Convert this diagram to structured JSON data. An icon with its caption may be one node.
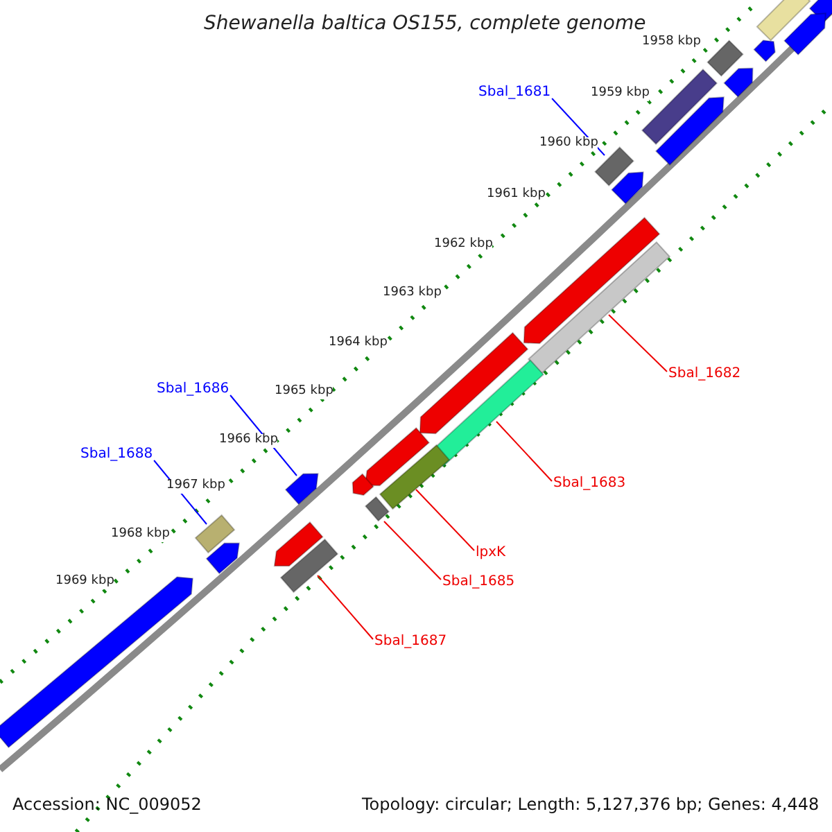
{
  "diagram": {
    "title": "Shewanella baltica OS155, complete genome",
    "nodes": [
      {
        "text": [
          "Sbal_1681"
        ]
      },
      {
        "text": [],
        "shape": "bar"
      },
      {
        "text": [
          "Sbal_1682"
        ]
      },
      {
        "text": [],
        "shape": "bar"
      },
      {
        "text": [
          "Sbal_1686"
        ]
      },
      {
        "text": [],
        "shape": "arrow"
      },
      {
        "text": [
          "Sbal_1688"
        ]
      },
      {
        "text": [],
        "shape": "bar"
      },
      {
        "text": [
          "Sbal_1683"
        ]
      },
      {
        "text": [],
        "shape": "bar"
      },
      {
        "text": [
          "lpxK"
        ]
      },
      {
        "text": [],
        "shape": "bar"
      },
      {
        "text": [
          "Sbal_1685"
        ]
      },
      {
        "text": [],
        "shape": "bar"
      },
      {
        "text": [
          "Sbal_1687"
        ]
      },
      {
        "text": [],
        "shape": "bar"
      },
      {
        "text": [],
        "shape": "arrow"
      },
      {
        "text": [],
        "shape": "bar"
      },
      {
        "text": [],
        "shape": "arrow"
      },
      {
        "text": [],
        "shape": "arrow"
      },
      {
        "text": [],
        "shape": "bar"
      },
      {
        "text": [],
        "shape": "arrow"
      },
      {
        "text": [],
        "shape": "bar"
      },
      {
        "text": [],
        "shape": "arrow"
      },
      {
        "text": [],
        "shape": "arrow"
      },
      {
        "text": [],
        "shape": "arrow"
      },
      {
        "text": [],
        "shape": "arrow"
      },
      {
        "text": [],
        "shape": "arrow"
      },
      {
        "text": [],
        "shape": "arrow"
      },
      {
        "text": [],
        "shape": "arrow"
      },
      {
        "text": [],
        "shape": "arrow"
      },
      {
        "text": [],
        "shape": "arrow"
      }
    ],
    "edges": [
      {
        "from": 0,
        "to": 1,
        "arrow": "none",
        "color": "#0000ff"
      },
      {
        "from": 2,
        "to": 3,
        "arrow": "none"
      },
      {
        "from": 4,
        "to": 5,
        "arrow": "none",
        "color": "#0000ff"
      },
      {
        "from": 6,
        "to": 7,
        "arrow": "none",
        "color": "#0000ff"
      },
      {
        "from": 8,
        "to": 9,
        "arrow": "none"
      },
      {
        "from": 10,
        "to": 11,
        "arrow": "none"
      },
      {
        "from": 12,
        "to": 13,
        "arrow": "none"
      },
      {
        "from": 14,
        "to": 15,
        "arrow": "none"
      }
    ],
    "labels": [
      "1958 kbp",
      "1959 kbp",
      "1960 kbp",
      "1961 kbp",
      "1962 kbp",
      "1963 kbp",
      "1964 kbp",
      "1965 kbp",
      "1966 kbp",
      "1967 kbp",
      "1968 kbp",
      "1969 kbp",
      "Accession: NC_009052",
      "Topology: circular; Length: 5,127,376 bp; Genes: 4,448"
    ]
  }
}
